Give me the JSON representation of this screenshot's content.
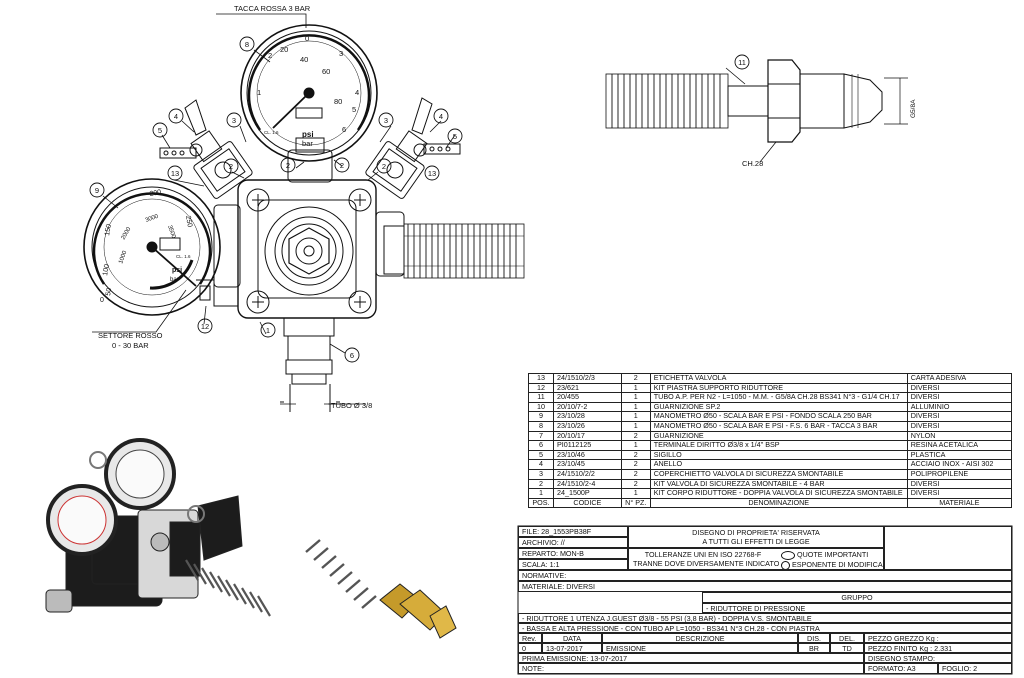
{
  "front_view": {
    "callout_red_mark": "TACCA ROSSA 3 BAR",
    "callout_red_sector_line1": "SETTORE ROSSO",
    "callout_red_sector_line2": "0 - 30 BAR",
    "callout_tube": "TUBO Ø 3/8",
    "gauge_small": {
      "ticks": [
        "0",
        "20",
        "40",
        "60",
        "80",
        "1",
        "2",
        "3",
        "4",
        "5",
        "6"
      ],
      "unit_psi": "psi",
      "unit_bar": "bar",
      "class_label": "CL. 1.6"
    },
    "gauge_large": {
      "ticks": [
        "0",
        "50",
        "100",
        "150",
        "200",
        "250",
        "1000",
        "2000",
        "3000",
        "3500"
      ],
      "unit_psi": "psi",
      "unit_bar": "bar",
      "class_label": "CL. 1.6"
    },
    "balloons": [
      "1",
      "2",
      "2",
      "2",
      "2",
      "3",
      "3",
      "4",
      "4",
      "5",
      "5",
      "6",
      "8",
      "9",
      "12",
      "13",
      "13"
    ]
  },
  "side_view": {
    "balloon": "11",
    "hex_label": "CH.28",
    "thread_label": "G5/8A"
  },
  "bom": {
    "rows": [
      {
        "pos": "13",
        "code": "24/1510/2/3",
        "qty": "2",
        "desc": "ETICHETTA VALVOLA",
        "material": "CARTA ADESIVA"
      },
      {
        "pos": "12",
        "code": "23/621",
        "qty": "1",
        "desc": "KIT PIASTRA SUPPORTO RIDUTTORE",
        "material": "DIVERSI"
      },
      {
        "pos": "11",
        "code": "20/455",
        "qty": "1",
        "desc": "TUBO A.P. PER N2 - L=1050 - M.M. - G5/8A CH.28 BS341 N°3 - G1/4 CH.17",
        "material": "DIVERSI"
      },
      {
        "pos": "10",
        "code": "20/10/7-2",
        "qty": "1",
        "desc": "GUARNIZIONE SP.2",
        "material": "ALLUMINIO"
      },
      {
        "pos": "9",
        "code": "23/10/28",
        "qty": "1",
        "desc": "MANOMETRO Ø50 - SCALA BAR E PSI - FONDO SCALA 250 BAR",
        "material": "DIVERSI"
      },
      {
        "pos": "8",
        "code": "23/10/26",
        "qty": "1",
        "desc": "MANOMETRO Ø50 - SCALA BAR E PSI - F.S. 6 BAR - TACCA 3 BAR",
        "material": "DIVERSI"
      },
      {
        "pos": "7",
        "code": "20/10/17",
        "qty": "2",
        "desc": "GUARNIZIONE",
        "material": "NYLON"
      },
      {
        "pos": "6",
        "code": "PI0112125",
        "qty": "1",
        "desc": "TERMINALE DIRITTO Ø3/8 x 1/4\" BSP",
        "material": "RESINA ACETALICA"
      },
      {
        "pos": "5",
        "code": "23/10/46",
        "qty": "2",
        "desc": "SIGILLO",
        "material": "PLASTICA"
      },
      {
        "pos": "4",
        "code": "23/10/45",
        "qty": "2",
        "desc": "ANELLO",
        "material": "ACCIAIO INOX - AISI 302"
      },
      {
        "pos": "3",
        "code": "24/1510/2/2",
        "qty": "2",
        "desc": "COPERCHIETTO VALVOLA DI SICUREZZA SMONTABILE",
        "material": "POLIPROPILENE"
      },
      {
        "pos": "2",
        "code": "24/1510/2-4",
        "qty": "2",
        "desc": "KIT VALVOLA DI SICUREZZA SMONTABILE - 4 BAR",
        "material": "DIVERSI"
      },
      {
        "pos": "1",
        "code": "24_1500P",
        "qty": "1",
        "desc": "KIT CORPO RIDUTTORE - DOPPIA VALVOLA DI SICUREZZA SMONTABILE",
        "material": "DIVERSI"
      }
    ],
    "header": {
      "pos": "POS.",
      "code": "CODICE",
      "qty": "N° PZ.",
      "desc": "DENOMINAZIONE",
      "material": "MATERIALE"
    }
  },
  "title_block": {
    "file": "FILE: 28_1553PB38F",
    "archivio": "ARCHIVIO: //",
    "reparto": "REPARTO: MON-B",
    "scala": "SCALA: 1:1",
    "ownership_line1": "DISEGNO DI PROPRIETA' RISERVATA",
    "ownership_line2": "A TUTTI GLI EFFETTI DI LEGGE",
    "tolerance_line1": "TOLLERANZE UNI EN ISO 22768-F",
    "tolerance_line2": "TRANNE DOVE DIVERSAMENTE INDICATO",
    "quote_importanti": "QUOTE IMPORTANTI",
    "esponente_modifica": "ESPONENTE DI MODIFICA",
    "normative": "NORMATIVE:",
    "materiale": "MATERIALE: DIVERSI",
    "gruppo": "GRUPPO",
    "group_value": "- RIDUTTORE DI PRESSIONE",
    "description_line1": "- RIDUTTORE 1 UTENZA J.GUEST Ø3/8 - 55 PSI (3,8 BAR) - DOPPIA V.S. SMONTABILE",
    "description_line2": "- BASSA E ALTA PRESSIONE - CON TUBO AP L=1050 - BS341 N°3 CH.28 - CON PIASTRA",
    "rev_headers": {
      "rev": "Rev.",
      "data": "DATA",
      "descrizione": "DESCRIZIONE",
      "dis": "DIS.",
      "del": "DEL."
    },
    "rev_row": {
      "rev": "0",
      "data": "13-07-2017",
      "descrizione": "EMISSIONE",
      "dis": "BR",
      "del": "TD"
    },
    "pezzo_grezzo": "PEZZO GREZZO Kg :",
    "pezzo_finito": "PEZZO FINITO Kg : 2.331",
    "disegno_stampo": "DISEGNO STAMPO:",
    "prima_emissione": "PRIMA EMISSIONE: 13-07-2017",
    "note": "NOTE:",
    "formato": "FORMATO: A3",
    "foglio": "FOGLIO: 2"
  }
}
